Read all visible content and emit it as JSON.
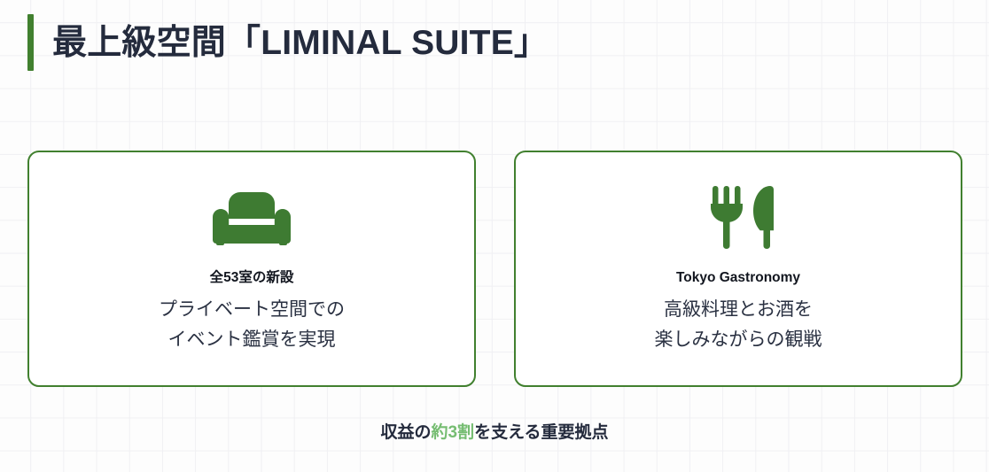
{
  "title": {
    "text": "最上級空間「LIMINAL SUITE」",
    "accent_color": "#41802f"
  },
  "theme": {
    "background": "#fdfdfd",
    "grid_line": "#f0f0f3",
    "green": "#41802f",
    "highlight_green": "#76bd72",
    "text_dark": "#242b3d",
    "text_body": "#2a3142",
    "card_border": "#41802f",
    "card_background": "#ffffff"
  },
  "cards": [
    {
      "icon": "couch-icon",
      "heading": "全53室の新設",
      "lines": [
        "プライベート空間での",
        "イベント鑑賞を実現"
      ]
    },
    {
      "icon": "utensils-icon",
      "heading": "Tokyo Gastronomy",
      "lines": [
        "高級料理とお酒を",
        "楽しみながらの観戦"
      ]
    }
  ],
  "footnote": {
    "prefix": "収益の",
    "highlight": "約3割",
    "suffix": "を支える重要拠点"
  }
}
